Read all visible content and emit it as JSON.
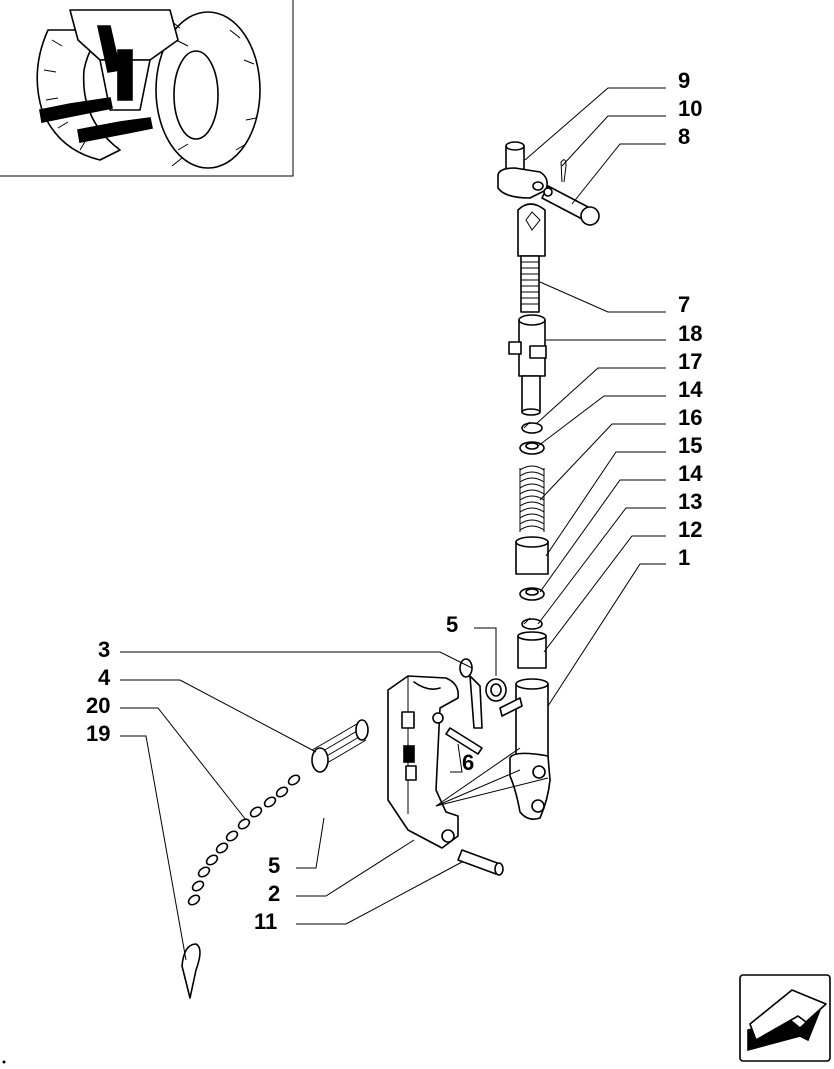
{
  "callouts": [
    "9",
    "10",
    "8",
    "7",
    "18",
    "17",
    "14",
    "16",
    "15",
    "14",
    "13",
    "12",
    "1",
    "5",
    "3",
    "4",
    "20",
    "19",
    "6",
    "5",
    "2",
    "11"
  ],
  "colors": {
    "ink": "#000000",
    "paper": "#ffffff"
  },
  "icons": {
    "inset": "tractor-rear-wheel-thumbnail",
    "corner": "next-page-arrow-icon"
  }
}
